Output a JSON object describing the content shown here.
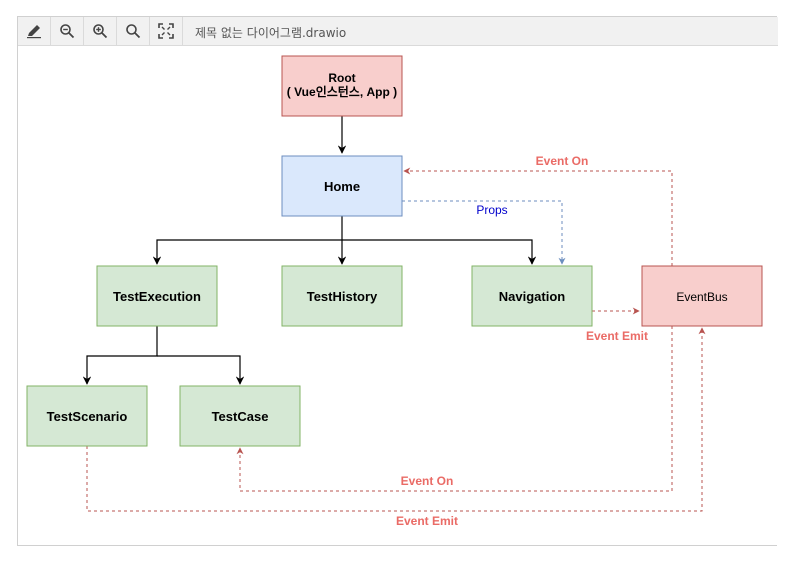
{
  "toolbar": {
    "file_title": "제목 없는 다이어그램.drawio",
    "buttons": [
      "edit-icon",
      "zoom-out-icon",
      "zoom-in-icon",
      "zoom-fit-icon",
      "fullscreen-icon"
    ]
  },
  "colors": {
    "red_fill": "#f8cecc",
    "red_stroke": "#b85450",
    "blue_fill": "#dae8fc",
    "blue_stroke": "#6c8ebf",
    "green_fill": "#d5e8d4",
    "green_stroke": "#82b366",
    "event_text": "#ea6b66",
    "props_text": "#0000cc"
  },
  "nodes": {
    "root": {
      "line1": "Root",
      "line2": "( Vue인스턴스, App )"
    },
    "home": "Home",
    "test_execution": "TestExecution",
    "test_history": "TestHistory",
    "navigation": "Navigation",
    "event_bus": "EventBus",
    "test_scenario": "TestScenario",
    "test_case": "TestCase"
  },
  "edge_labels": {
    "event_on_top": "Event On",
    "props": "Props",
    "event_emit_nav": "Event Emit",
    "event_on_bottom": "Event On",
    "event_emit_bottom": "Event Emit"
  }
}
